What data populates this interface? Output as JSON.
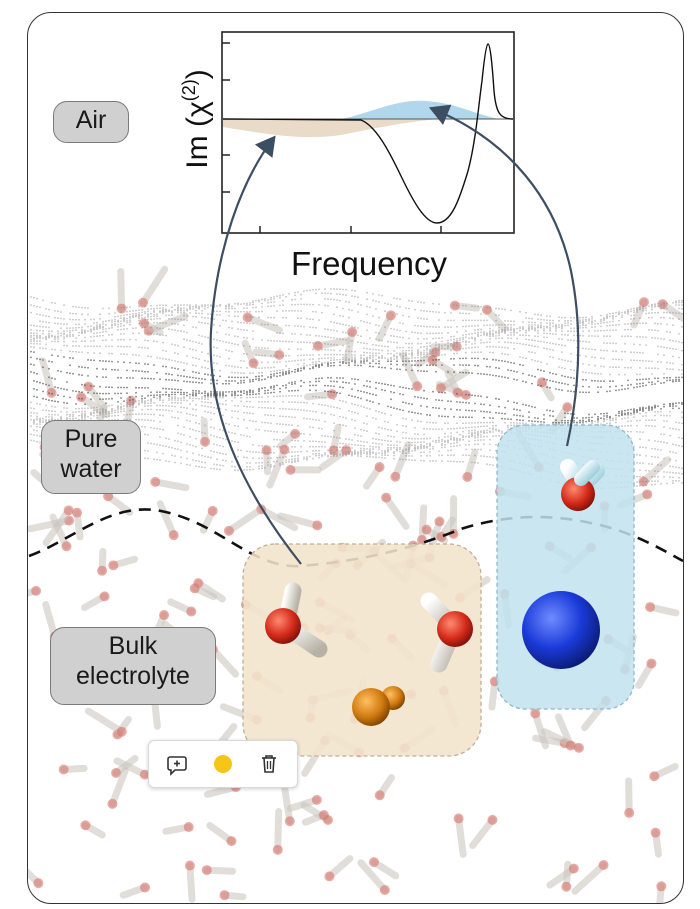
{
  "plot": {
    "ylabel_main": "Im (χ",
    "ylabel_sup": "(2)",
    "ylabel_close": ")",
    "xlabel": "Frequency",
    "fill_colors": {
      "negative": "#e8d9c4",
      "positive": "#a9d3ea"
    }
  },
  "labels": {
    "air": "Air",
    "pure_water_line1": "Pure",
    "pure_water_line2": "water",
    "bulk_line1": "Bulk",
    "bulk_line2": "electrolyte"
  },
  "colors": {
    "label_bg": "#d0d0d0",
    "arrow": "#3e4e62",
    "beige_box": "#f2e4cc",
    "blue_box": "#bfe2ef",
    "ion_blue": "#1030c8",
    "ion_orange": "#d07a10",
    "oxygen": "#d42a1a",
    "hydrogen": "#ece6dc"
  },
  "toolbar": {
    "icons": [
      "comment-add-icon",
      "color-dot-icon",
      "trash-icon"
    ],
    "dot_color": "#f5c518"
  }
}
